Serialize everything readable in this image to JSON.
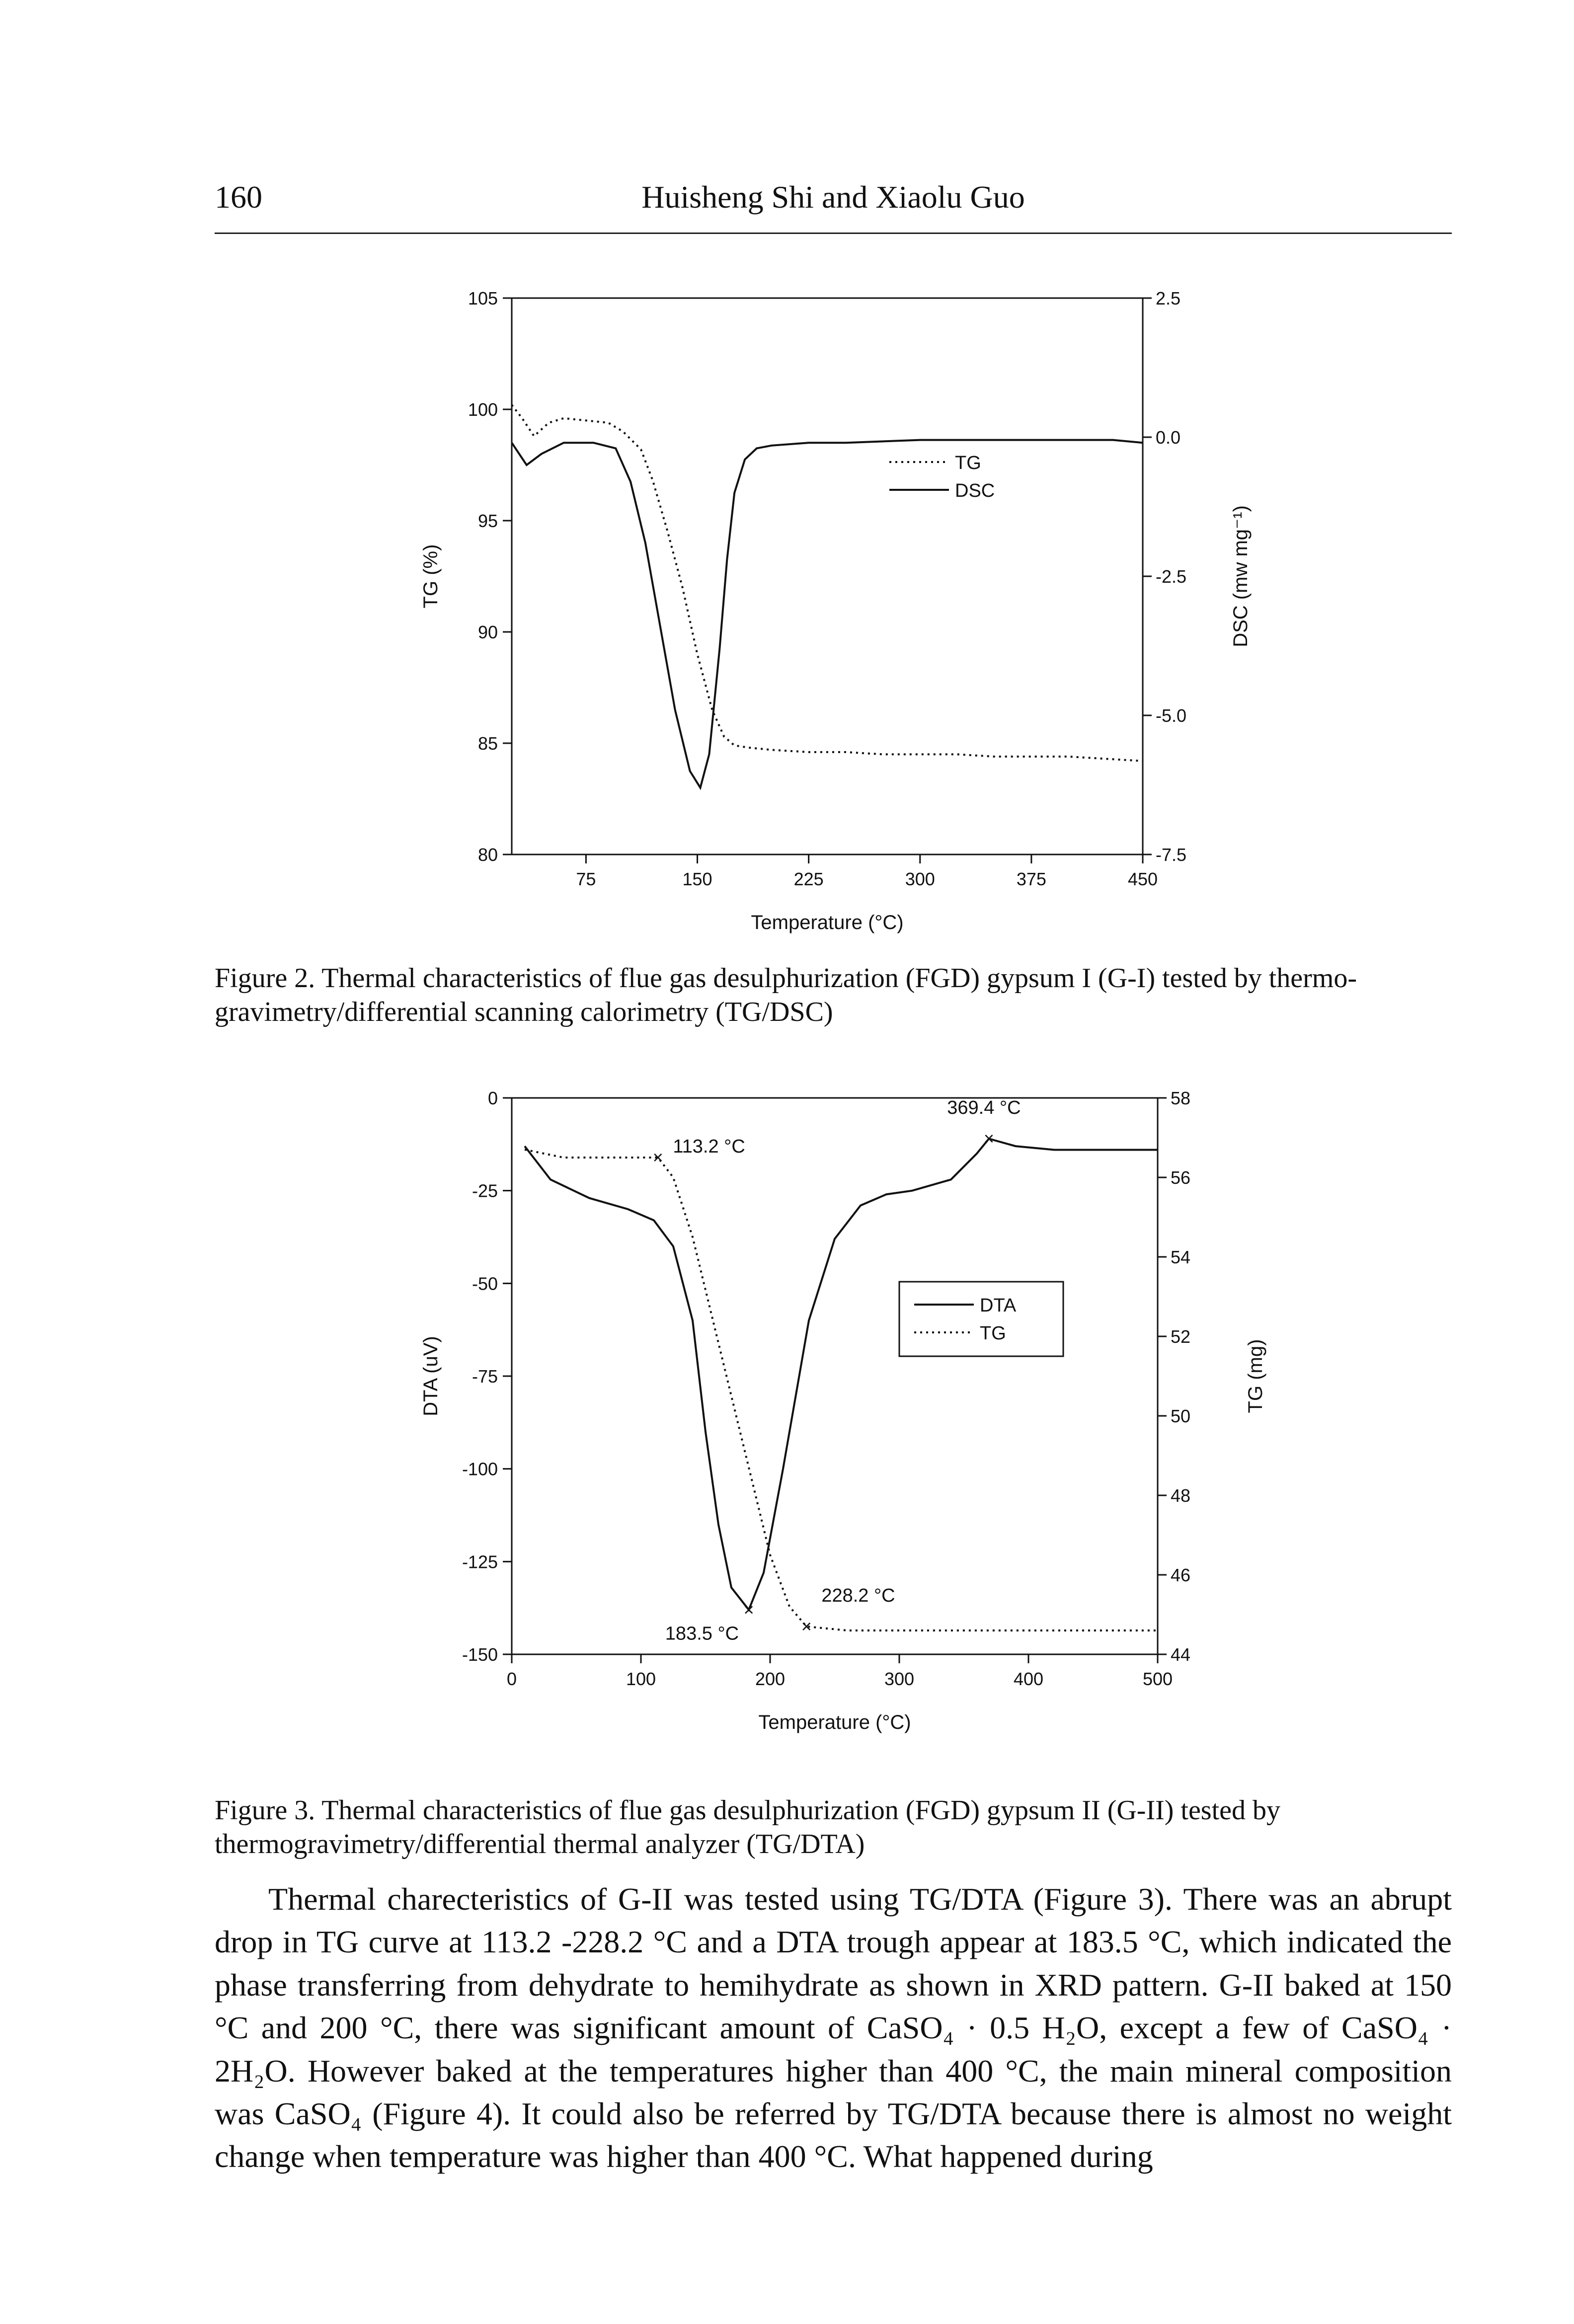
{
  "header": {
    "page_number": "160",
    "running_head": "Huisheng Shi and Xiaolu Guo"
  },
  "figure2": {
    "caption": "Figure 2. Thermal characteristics of flue gas desulphurization (FGD) gypsum I (G-I) tested by thermo-gravimetry/differential scanning calorimetry (TG/DSC)"
  },
  "figure3": {
    "caption": "Figure 3. Thermal characteristics of flue gas desulphurization (FGD) gypsum II (G-II) tested by thermogravimetry/differential thermal analyzer (TG/DTA)"
  },
  "body": {
    "paragraph": "Thermal charecteristics of G-II was tested using TG/DTA (Figure 3). There was an abrupt drop in TG curve at 113.2 -228.2 °C and a DTA trough appear at 183.5 °C, which indicated the phase transferring from dehydrate to hemihydrate as shown in XRD pattern. G-II baked at 150 °C and 200 °C, there was significant amount of CaSO₄ · 0.5 H₂O, except a few of CaSO₄ · 2H₂O. However baked at the temperatures higher than 400 °C, the main mineral composition was CaSO₄ (Figure 4). It could also be referred by TG/DTA because there is almost no weight change when temperature was higher than 400 °C. What happened during"
  },
  "chart_data": [
    {
      "type": "line",
      "xlabel": "Temperature (°C)",
      "ylabel": "TG (%)",
      "y2label": "DSC (mw mg⁻¹)",
      "xlim": [
        25,
        450
      ],
      "ylim": [
        80,
        105
      ],
      "y2lim": [
        -7.5,
        2.5
      ],
      "x_ticks": [
        "75",
        "150",
        "225",
        "300",
        "375",
        "450"
      ],
      "y_ticks": [
        "80",
        "85",
        "90",
        "95",
        "100",
        "105"
      ],
      "y2_ticks": [
        "-7.5",
        "-5.0",
        "-2.5",
        "0.0",
        "2.5"
      ],
      "legend": {
        "position": "center-right",
        "entries": [
          "TG",
          "DSC"
        ]
      },
      "series": [
        {
          "name": "TG",
          "axis": "left",
          "style": "dotted",
          "x": [
            25,
            32,
            40,
            50,
            60,
            75,
            90,
            100,
            112,
            120,
            130,
            140,
            150,
            160,
            168,
            175,
            185,
            200,
            225,
            250,
            275,
            300,
            325,
            350,
            375,
            400,
            425,
            450
          ],
          "y": [
            100.2,
            99.6,
            98.8,
            99.4,
            99.6,
            99.5,
            99.4,
            99.0,
            98.2,
            96.8,
            94.5,
            92.0,
            89.0,
            86.5,
            85.3,
            84.9,
            84.8,
            84.7,
            84.6,
            84.6,
            84.5,
            84.5,
            84.5,
            84.4,
            84.4,
            84.4,
            84.3,
            84.2
          ]
        },
        {
          "name": "DSC",
          "axis": "right",
          "style": "solid",
          "x": [
            25,
            35,
            45,
            60,
            80,
            95,
            105,
            115,
            125,
            135,
            145,
            152,
            158,
            165,
            170,
            175,
            182,
            190,
            200,
            225,
            250,
            300,
            350,
            400,
            430,
            450
          ],
          "y": [
            -0.1,
            -0.5,
            -0.3,
            -0.1,
            -0.1,
            -0.2,
            -0.8,
            -1.9,
            -3.4,
            -4.9,
            -6.0,
            -6.3,
            -5.7,
            -3.8,
            -2.2,
            -1.0,
            -0.4,
            -0.2,
            -0.15,
            -0.1,
            -0.1,
            -0.05,
            -0.05,
            -0.05,
            -0.05,
            -0.1
          ]
        }
      ]
    },
    {
      "type": "line",
      "xlabel": "Temperature (°C)",
      "ylabel": "DTA (uV)",
      "y2label": "TG (mg)",
      "xlim": [
        0,
        500
      ],
      "ylim": [
        -150,
        0
      ],
      "y2lim": [
        44,
        58
      ],
      "x_ticks": [
        "0",
        "100",
        "200",
        "300",
        "400",
        "500"
      ],
      "y_ticks": [
        "-150",
        "-125",
        "-100",
        "-75",
        "-50",
        "-25",
        "0"
      ],
      "y2_ticks": [
        "44",
        "46",
        "48",
        "50",
        "52",
        "54",
        "56",
        "58"
      ],
      "legend": {
        "position": "center-right",
        "entries": [
          "DTA",
          "TG"
        ]
      },
      "annotations": [
        "113.2 °C",
        "369.4 °C",
        "228.2 °C",
        "183.5 °C"
      ],
      "series": [
        {
          "name": "DTA",
          "axis": "left",
          "style": "solid",
          "x": [
            10,
            30,
            60,
            90,
            110,
            125,
            140,
            150,
            160,
            170,
            183.5,
            195,
            210,
            230,
            250,
            270,
            290,
            310,
            340,
            360,
            369.4,
            390,
            420,
            460,
            500
          ],
          "y": [
            -13,
            -22,
            -27,
            -30,
            -33,
            -40,
            -60,
            -90,
            -115,
            -132,
            -138,
            -128,
            -100,
            -60,
            -38,
            -29,
            -26,
            -25,
            -22,
            -15,
            -11,
            -13,
            -14,
            -14,
            -14
          ]
        },
        {
          "name": "TG",
          "axis": "right",
          "style": "dotted",
          "x": [
            10,
            40,
            80,
            113.2,
            125,
            140,
            155,
            170,
            185,
            200,
            215,
            228.2,
            260,
            300,
            350,
            400,
            450,
            500
          ],
          "y": [
            56.7,
            56.5,
            56.5,
            56.5,
            56.0,
            54.5,
            52.5,
            50.5,
            48.5,
            46.5,
            45.2,
            44.7,
            44.6,
            44.6,
            44.6,
            44.6,
            44.6,
            44.6
          ]
        }
      ]
    }
  ]
}
